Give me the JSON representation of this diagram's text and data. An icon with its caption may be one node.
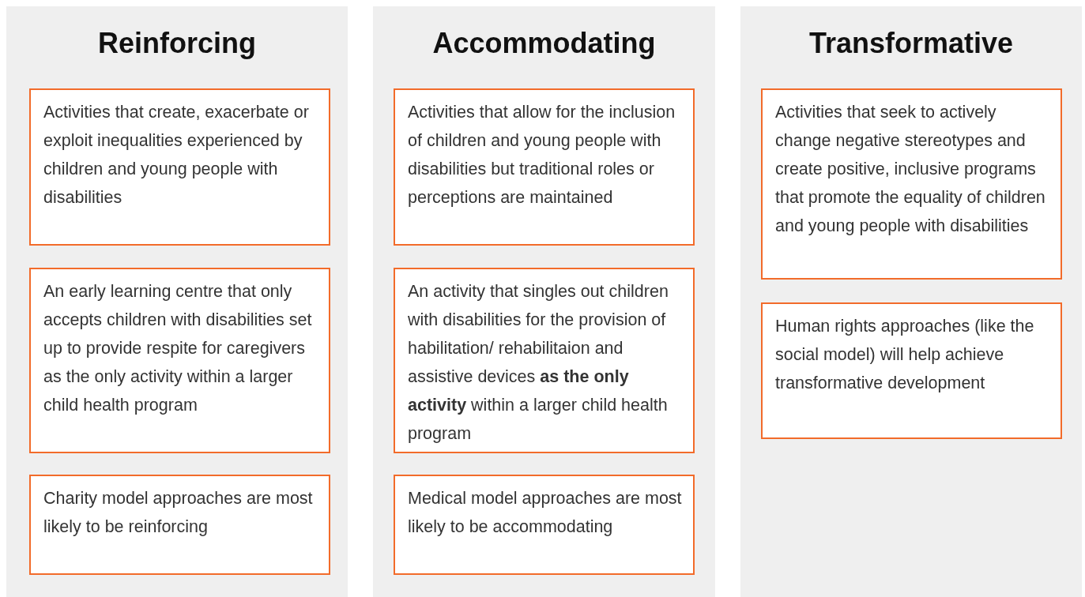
{
  "diagram": {
    "nodes": [
      {
        "text": [
          "Reinforcing"
        ]
      },
      {
        "text": [
          "Activities that create, exacerbate or exploit inequalities experienced by children and young people with disabilities"
        ],
        "in": 0
      },
      {
        "text": [
          "An early learning centre that only accepts children with disabilities set up to provide respite for caregivers as the only activity within a larger child health program"
        ],
        "in": 0
      },
      {
        "text": [
          "Charity model approaches are most likely to be reinforcing"
        ],
        "in": 0
      },
      {
        "text": [
          "Accommodating"
        ]
      },
      {
        "text": [
          "Activities that allow for the inclusion of children and young people with disabilities but traditional roles or perceptions are maintained"
        ],
        "in": 4
      },
      {
        "text": [
          "An activity that singles out children with disabilities for the provision of habilitation/ rehabilitaion and assistive devices **as the only activity** within a larger child health program"
        ],
        "in": 4
      },
      {
        "text": [
          "Medical model approaches are most likely to be accommodating"
        ],
        "in": 4
      },
      {
        "text": [
          "Transformative"
        ]
      },
      {
        "text": [
          "Activities that seek to actively change negative stereotypes and create positive, inclusive programs that promote the equality of children and young people with disabilities"
        ],
        "in": 8
      },
      {
        "text": [
          "Human rights approaches (like the social model) will help achieve transformative development"
        ],
        "in": 8
      }
    ]
  }
}
